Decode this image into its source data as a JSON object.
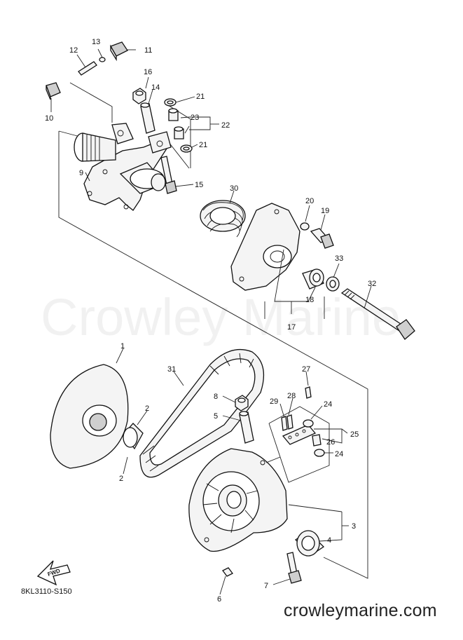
{
  "watermark": "Crowley Marine",
  "diagram_code": "8KL3110-S150",
  "website": "crowleymarine.com",
  "fwd_label": "FWD",
  "callouts": {
    "c1": "1",
    "c2a": "2",
    "c2b": "2",
    "c3": "3",
    "c4": "4",
    "c5": "5",
    "c6": "6",
    "c7": "7",
    "c8": "8",
    "c9": "9",
    "c10": "10",
    "c11": "11",
    "c12": "12",
    "c13": "13",
    "c14": "14",
    "c15": "15",
    "c16": "16",
    "c17": "17",
    "c18": "18",
    "c19": "19",
    "c20": "20",
    "c21a": "21",
    "c21b": "21",
    "c22": "22",
    "c23": "23",
    "c24a": "24",
    "c24b": "24",
    "c25": "25",
    "c26": "26",
    "c27": "27",
    "c28": "28",
    "c29": "29",
    "c30": "30",
    "c31": "31",
    "c32": "32",
    "c33": "33"
  }
}
